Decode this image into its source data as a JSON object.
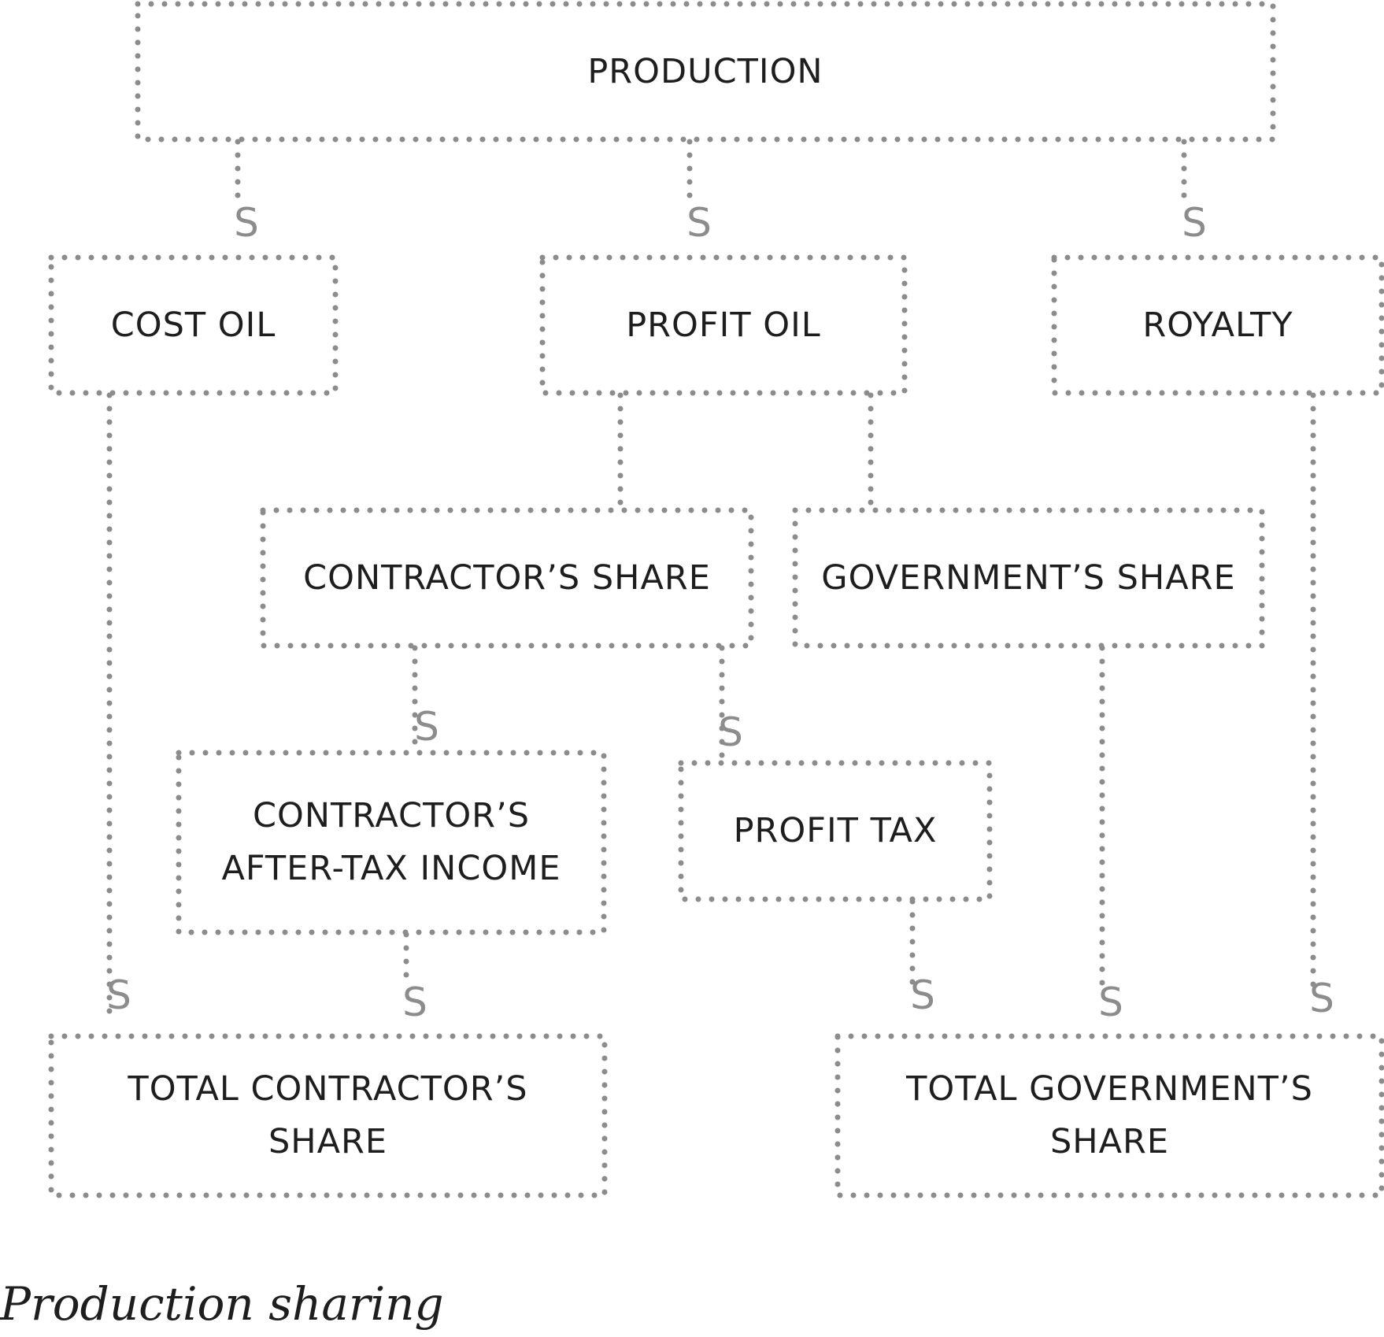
{
  "boxes": {
    "production": [
      "PRODUCTION"
    ],
    "cost_oil": [
      "COST OIL"
    ],
    "profit_oil": [
      "PROFIT OIL"
    ],
    "royalty": [
      "ROYALTY"
    ],
    "contractors_share": [
      "CONTRACTOR’S SHARE"
    ],
    "governments_share": [
      "GOVERNMENT’S SHARE"
    ],
    "contractors_after_tax_income": [
      "CONTRACTOR’S",
      "AFTER-TAX INCOME"
    ],
    "profit_tax": [
      "PROFIT TAX"
    ],
    "total_contractors_share": [
      "TOTAL CONTRACTOR’S",
      "SHARE"
    ],
    "total_governments_share": [
      "TOTAL GOVERNMENT’S",
      "SHARE"
    ]
  },
  "connector_symbol": "S",
  "caption": "Production sharing",
  "colors": {
    "dots": "#8c8c8c",
    "text": "#1e1e1e",
    "symbol": "#8c8c8c"
  }
}
